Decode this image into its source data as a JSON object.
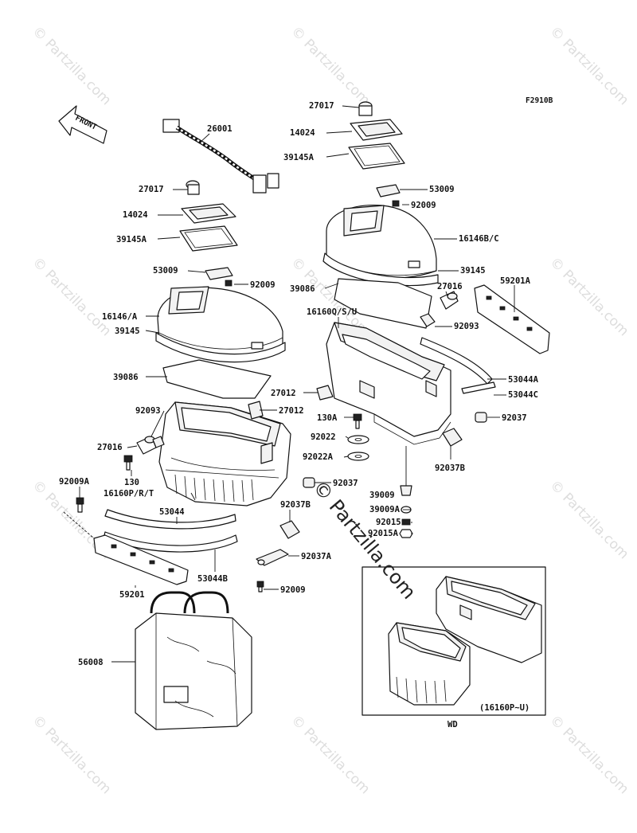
{
  "figure_code": "F2910B",
  "front_arrow_label": "FRONT",
  "inset_label": "WD",
  "inset_note": "(16160P~U)",
  "watermark_text": "© Partzilla.com",
  "watermark_center_text": "© Partzilla.com",
  "parts": [
    {
      "id": "27017",
      "text": "27017"
    },
    {
      "id": "26001",
      "text": "26001"
    },
    {
      "id": "14024",
      "text": "14024"
    },
    {
      "id": "39145A",
      "text": "39145A"
    },
    {
      "id": "53009",
      "text": "53009"
    },
    {
      "id": "92009",
      "text": "92009"
    },
    {
      "id": "27017-l",
      "text": "27017"
    },
    {
      "id": "14024-l",
      "text": "14024"
    },
    {
      "id": "39145A-l",
      "text": "39145A"
    },
    {
      "id": "16146B/C",
      "text": "16146B/C"
    },
    {
      "id": "39145",
      "text": "39145"
    },
    {
      "id": "53009-l",
      "text": "53009"
    },
    {
      "id": "92009-l",
      "text": "92009"
    },
    {
      "id": "39086",
      "text": "39086"
    },
    {
      "id": "27016",
      "text": "27016"
    },
    {
      "id": "59201A",
      "text": "59201A"
    },
    {
      "id": "16160Q/S/U",
      "text": "16160Q/S/U"
    },
    {
      "id": "92093",
      "text": "92093"
    },
    {
      "id": "16146/A",
      "text": "16146/A"
    },
    {
      "id": "39145-l",
      "text": "39145"
    },
    {
      "id": "53044A",
      "text": "53044A"
    },
    {
      "id": "39086-l",
      "text": "39086"
    },
    {
      "id": "53044C",
      "text": "53044C"
    },
    {
      "id": "27012",
      "text": "27012"
    },
    {
      "id": "92093-l",
      "text": "92093"
    },
    {
      "id": "27012-l",
      "text": "27012"
    },
    {
      "id": "130A",
      "text": "130A"
    },
    {
      "id": "92037",
      "text": "92037"
    },
    {
      "id": "92022",
      "text": "92022"
    },
    {
      "id": "27016-l",
      "text": "27016"
    },
    {
      "id": "92022A",
      "text": "92022A"
    },
    {
      "id": "92037B",
      "text": "92037B"
    },
    {
      "id": "130",
      "text": "130"
    },
    {
      "id": "92009A",
      "text": "92009A"
    },
    {
      "id": "92037-l",
      "text": "92037"
    },
    {
      "id": "16160P/R/T",
      "text": "16160P/R/T"
    },
    {
      "id": "39009",
      "text": "39009"
    },
    {
      "id": "92037B-l",
      "text": "92037B"
    },
    {
      "id": "39009A",
      "text": "39009A"
    },
    {
      "id": "53044",
      "text": "53044"
    },
    {
      "id": "92015",
      "text": "92015"
    },
    {
      "id": "92015A",
      "text": "92015A"
    },
    {
      "id": "92037A",
      "text": "92037A"
    },
    {
      "id": "53044B",
      "text": "53044B"
    },
    {
      "id": "92009-b",
      "text": "92009"
    },
    {
      "id": "59201",
      "text": "59201"
    },
    {
      "id": "56008",
      "text": "56008"
    }
  ]
}
